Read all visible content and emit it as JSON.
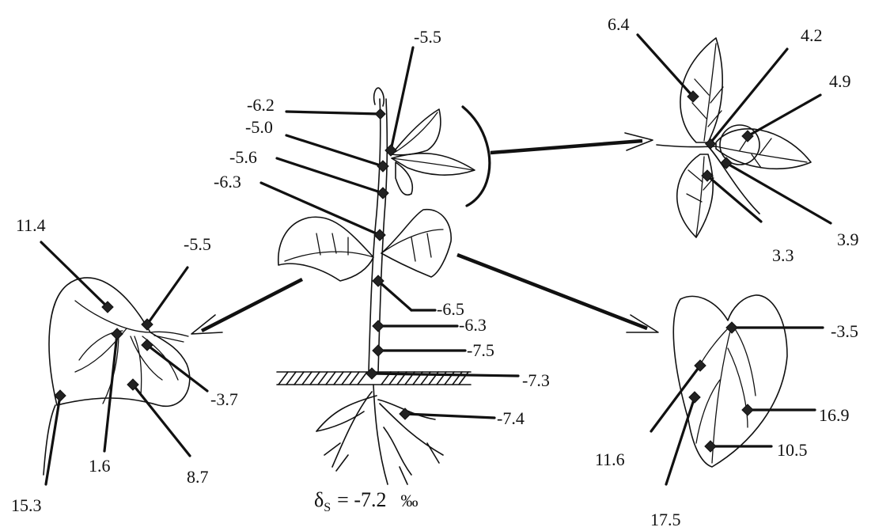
{
  "labels": {
    "top_shoot": "-5.5",
    "apex": "-6.2",
    "stem_a": "-5.0",
    "stem_b": "-5.6",
    "stem_c": "-6.3",
    "node": "-6.5",
    "stem_d": "-6.3",
    "stem_e": "-7.5",
    "soil": "-7.3",
    "root": "-7.4",
    "left_a": "11.4",
    "left_b": "-5.5",
    "left_c": "-3.7",
    "left_d": "1.6",
    "left_e": "8.7",
    "left_f": "15.3",
    "tr_a": "6.4",
    "tr_b": "4.2",
    "tr_c": "4.9",
    "tr_d": "3.3",
    "tr_e": "3.9",
    "br_a": "-3.5",
    "br_b": "16.9",
    "br_c": "10.5",
    "br_d": "11.6",
    "br_e": "17.5"
  },
  "formula": {
    "symbol": "δ",
    "subscript": "S",
    "expression": "= -7.2",
    "unit": "‰"
  }
}
